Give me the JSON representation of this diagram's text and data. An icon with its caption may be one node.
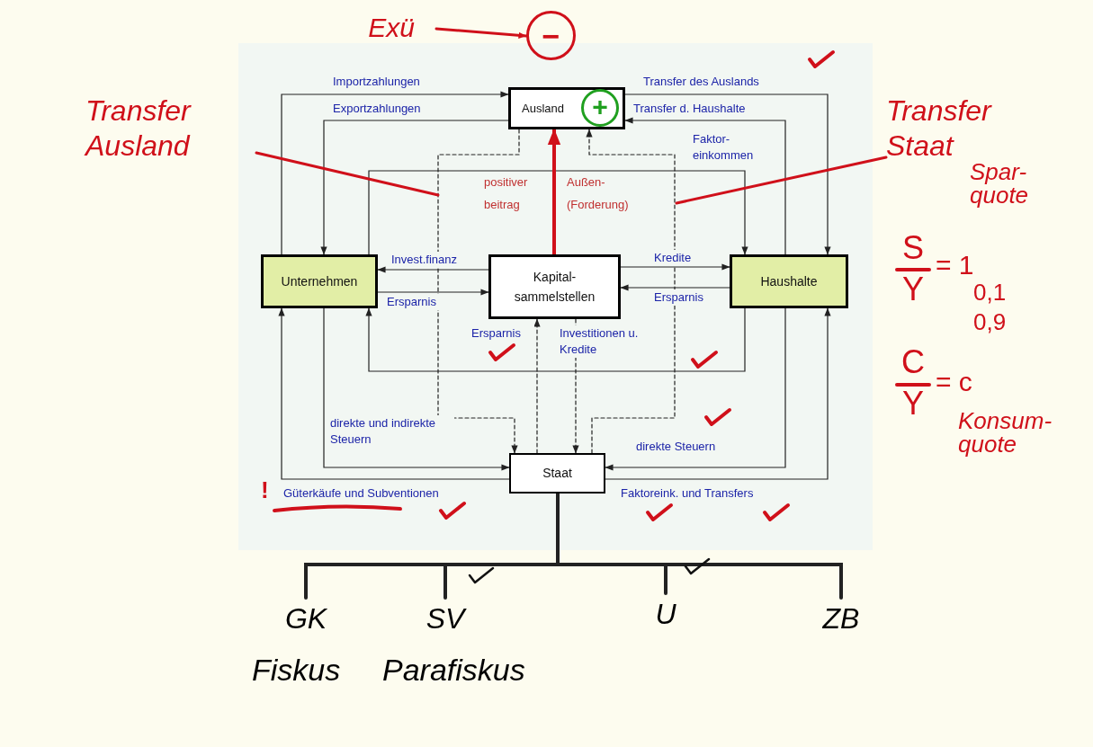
{
  "diagram": {
    "nodes": [
      {
        "text": [
          "Ausland"
        ]
      },
      {
        "text": [
          "Unternehmen"
        ]
      },
      {
        "text": [
          "Kapital- sammelstellen"
        ]
      },
      {
        "text": [
          "Haushalte"
        ]
      },
      {
        "text": [
          "Staat"
        ]
      },
      {
        "text": [
          "Exü"
        ]
      },
      {
        "text": [
          "−"
        ]
      },
      {
        "text": [
          "Transfer Ausland"
        ]
      },
      {
        "text": [
          "Transfer Staat"
        ]
      },
      {
        "text": [
          "GK"
        ]
      },
      {
        "text": [
          "SV"
        ]
      },
      {
        "text": [
          "U"
        ]
      },
      {
        "text": [
          "ZB"
        ]
      }
    ],
    "edges": [
      {
        "from": 1,
        "to": 0,
        "arrow": "to",
        "label": "Importzahlungen"
      },
      {
        "from": 0,
        "to": 1,
        "arrow": "to",
        "label": "Exportzahlungen"
      },
      {
        "from": 0,
        "to": 3,
        "arrow": "to",
        "label": "Transfer des Auslands"
      },
      {
        "from": 3,
        "to": 0,
        "arrow": "to",
        "label": "Transfer d. Haushalte"
      },
      {
        "from": 1,
        "to": 3,
        "arrow": "to",
        "label": "Faktor- einkommen"
      },
      {
        "from": 2,
        "to": 1,
        "arrow": "to",
        "label": "Invest.finanz"
      },
      {
        "from": 1,
        "to": 2,
        "arrow": "to",
        "label": "Ersparnis"
      },
      {
        "from": 2,
        "to": 3,
        "arrow": "to",
        "label": "Kredite"
      },
      {
        "from": 3,
        "to": 2,
        "arrow": "to",
        "label": "Ersparnis"
      },
      {
        "from": 3,
        "to": 1,
        "arrow": "to"
      },
      {
        "from": 1,
        "to": 4,
        "arrow": "to",
        "label": "direkte und indirekte Steuern"
      },
      {
        "from": 4,
        "to": 1,
        "arrow": "to",
        "label": "Güterkäufe und Subventionen"
      },
      {
        "from": 3,
        "to": 4,
        "arrow": "to",
        "label": "direkte Steuern"
      },
      {
        "from": 4,
        "to": 3,
        "arrow": "to",
        "label": "Faktoreink. und Transfers"
      },
      {
        "from": 4,
        "to": 2,
        "arrow": "to",
        "label": "Ersparnis",
        "style": "dashed"
      },
      {
        "from": 2,
        "to": 4,
        "arrow": "to",
        "label": "Investitionen u. Kredite",
        "style": "dashed"
      },
      {
        "from": 0,
        "to": 4,
        "arrow": "to",
        "style": "dashed"
      },
      {
        "from": 4,
        "to": 0,
        "arrow": "to",
        "style": "dashed"
      },
      {
        "from": 2,
        "to": 0,
        "arrow": "to",
        "style": "thick",
        "color": "#d0101a"
      },
      {
        "from": 5,
        "to": 6,
        "arrow": "to",
        "color": "#d0101a"
      },
      {
        "from": 7,
        "to": null,
        "arrow": "none",
        "color": "#d0101a"
      },
      {
        "from": 8,
        "to": null,
        "arrow": "none",
        "color": "#d0101a"
      },
      {
        "from": 4,
        "to": 9,
        "arrow": "none",
        "style": "thick"
      },
      {
        "from": 4,
        "to": 10,
        "arrow": "none",
        "style": "thick"
      },
      {
        "from": 4,
        "to": 11,
        "arrow": "none",
        "style": "thick"
      },
      {
        "from": 4,
        "to": 12,
        "arrow": "none",
        "style": "thick"
      }
    ],
    "labels": [
      "+",
      "positiver",
      "Außen-",
      "beitrag",
      "(Forderung)",
      "Spar- quote",
      "S",
      "= 1",
      "Y",
      "0,1",
      "0,9",
      "C",
      "= c",
      "Y",
      "Konsum- quote",
      "!",
      "Fiskus",
      "Parafiskus"
    ]
  }
}
